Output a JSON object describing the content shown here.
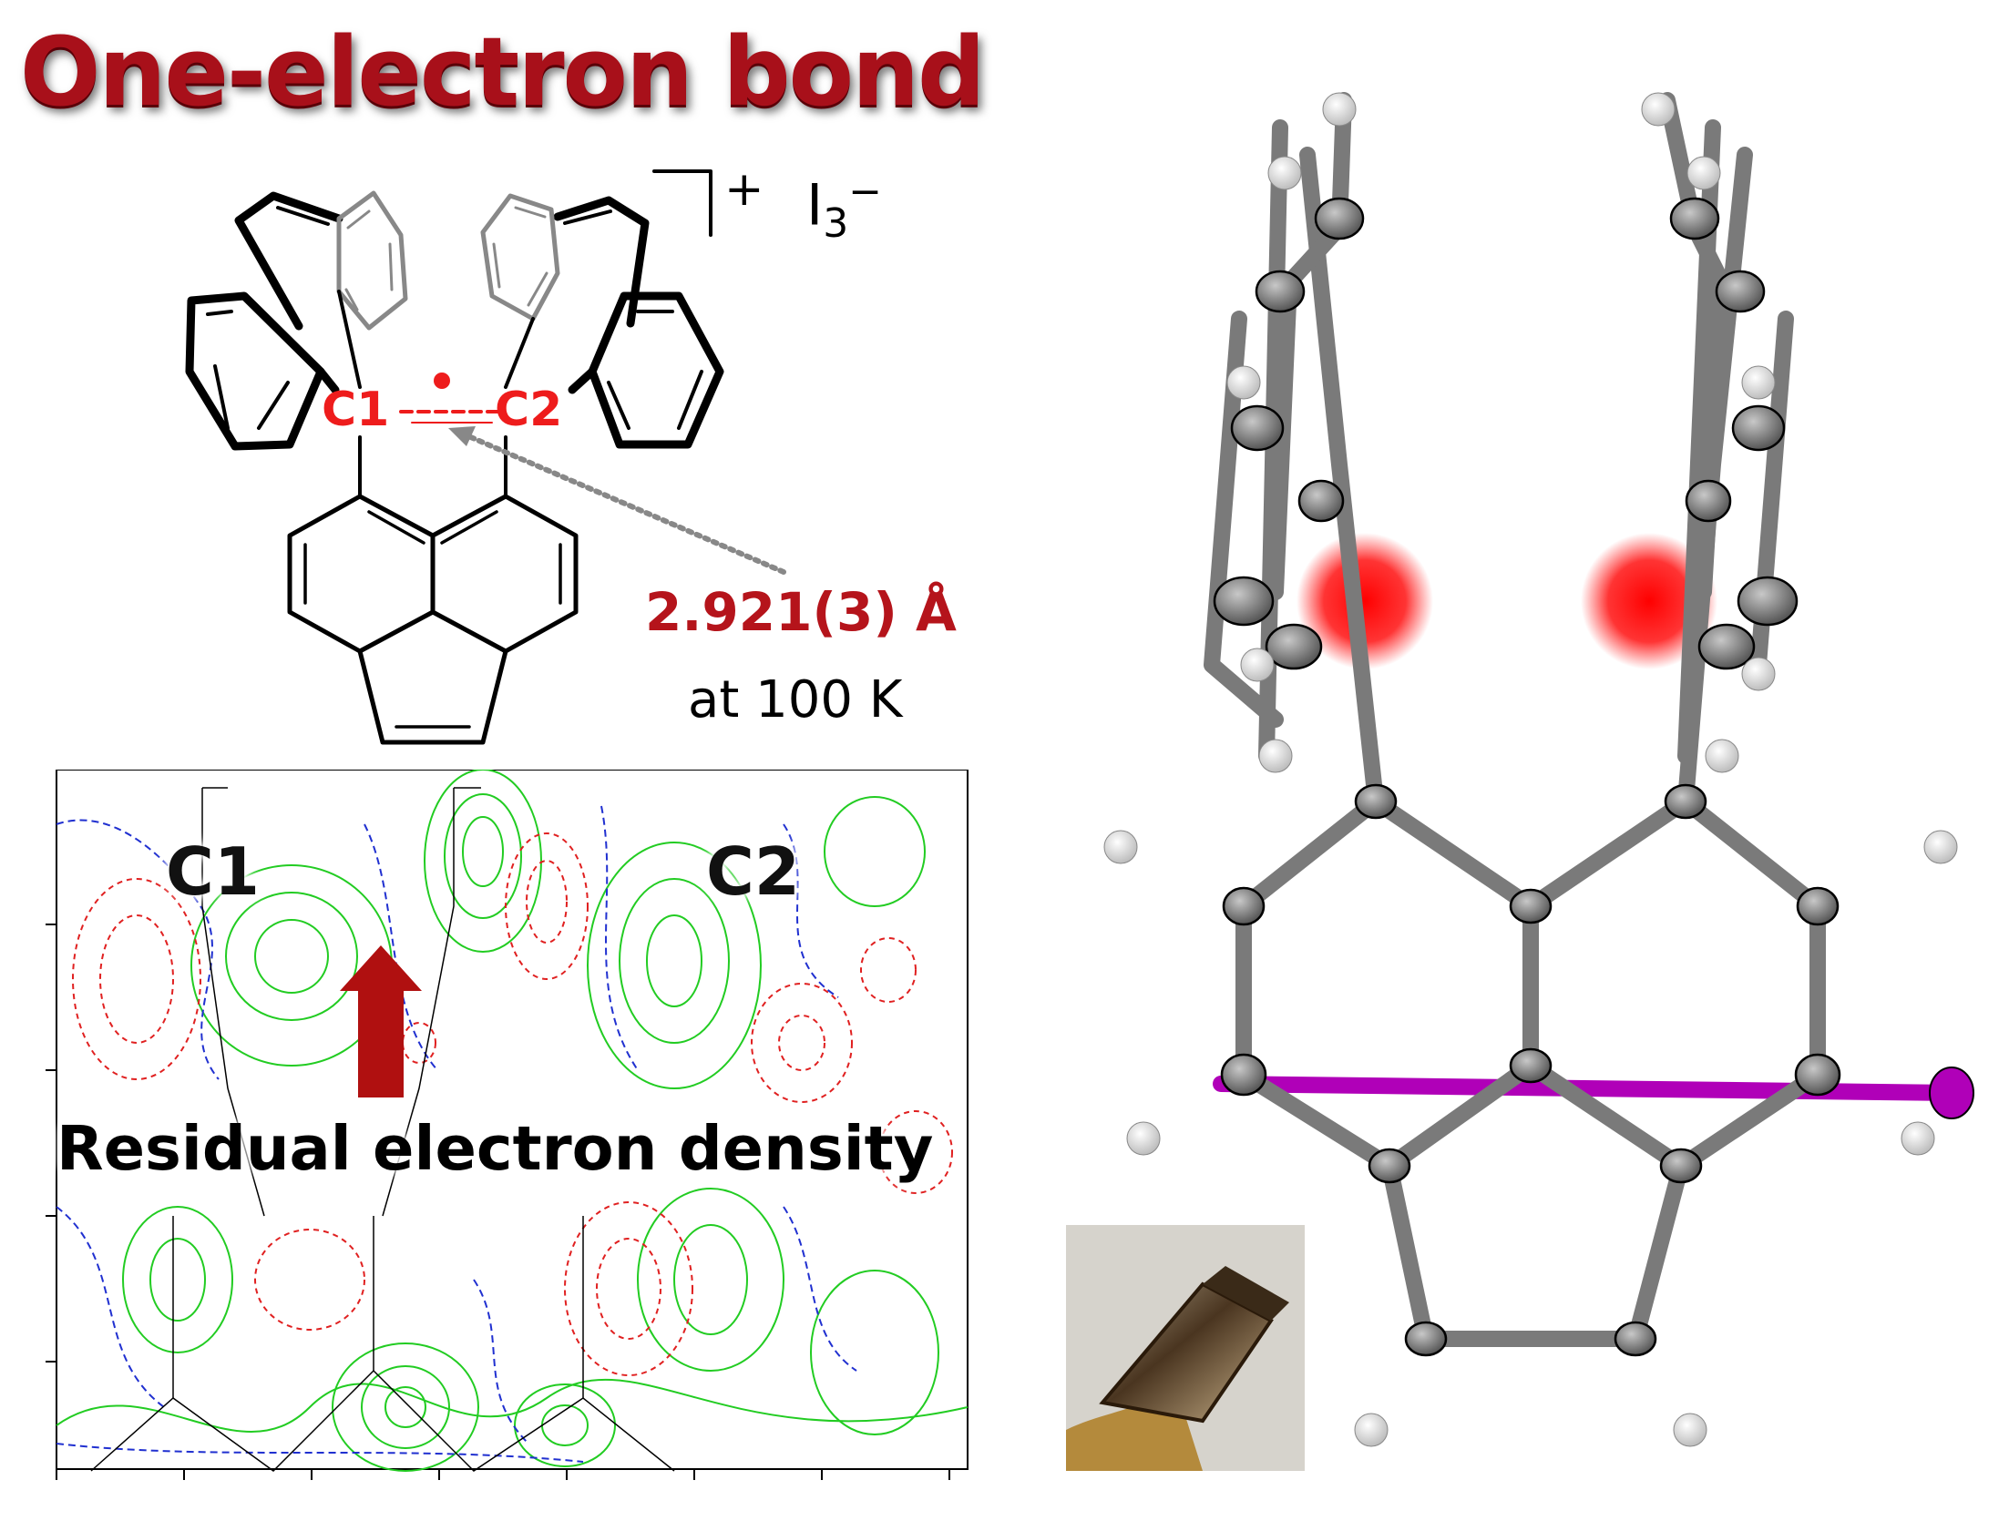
{
  "title": "One-electron bond",
  "structure": {
    "atom_label_1": "C1",
    "atom_label_2": "C2",
    "charge": "+",
    "counterion": "I",
    "counterion_subscript": "3",
    "counterion_charge": "−"
  },
  "measurement": {
    "bond_length": "2.921(3) Å",
    "temperature": "at 100 K"
  },
  "density_map": {
    "label_c1": "C1",
    "label_c2": "C2",
    "caption": "Residual electron density",
    "colors": {
      "positive": "#22cc22",
      "negative": "#e02020",
      "zero": "#2030d0"
    }
  },
  "colors": {
    "title": "#a8101a",
    "highlight": "#ee1c1c",
    "arrow": "#b01010",
    "ring_atom": "#7a7a7a",
    "iodide": "#b000b8"
  }
}
